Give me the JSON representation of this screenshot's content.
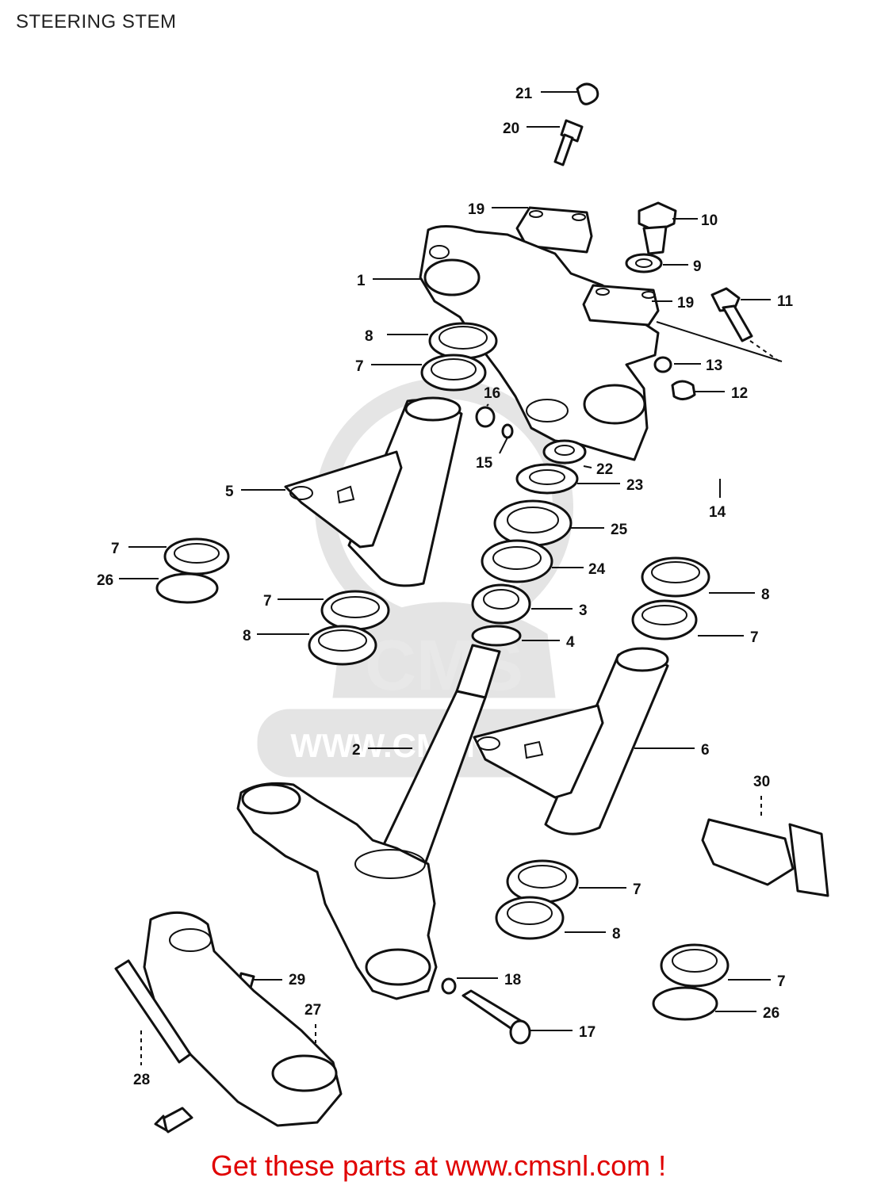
{
  "page": {
    "title": "STEERING STEM",
    "footer": "Get these parts at www.cmsnl.com !"
  },
  "watermark": {
    "logo_text": "CMS",
    "url_text": "WWW.CMSNL.COM"
  },
  "colors": {
    "footer": "#e00000",
    "line": "#111111",
    "watermark": "#e2e2e2"
  },
  "callouts": [
    {
      "id": "c21",
      "label": "21"
    },
    {
      "id": "c20",
      "label": "20"
    },
    {
      "id": "c19a",
      "label": "19"
    },
    {
      "id": "c10",
      "label": "10"
    },
    {
      "id": "c9",
      "label": "9"
    },
    {
      "id": "c1",
      "label": "1"
    },
    {
      "id": "c19b",
      "label": "19"
    },
    {
      "id": "c11",
      "label": "11"
    },
    {
      "id": "c8a",
      "label": "8"
    },
    {
      "id": "c7a",
      "label": "7"
    },
    {
      "id": "c13",
      "label": "13"
    },
    {
      "id": "c16",
      "label": "16"
    },
    {
      "id": "c12",
      "label": "12"
    },
    {
      "id": "c15",
      "label": "15"
    },
    {
      "id": "c22",
      "label": "22"
    },
    {
      "id": "c23",
      "label": "23"
    },
    {
      "id": "c14",
      "label": "14"
    },
    {
      "id": "c5",
      "label": "5"
    },
    {
      "id": "c25",
      "label": "25"
    },
    {
      "id": "c7b",
      "label": "7"
    },
    {
      "id": "c26a",
      "label": "26"
    },
    {
      "id": "c24",
      "label": "24"
    },
    {
      "id": "c8b",
      "label": "8"
    },
    {
      "id": "c7c",
      "label": "7"
    },
    {
      "id": "c3",
      "label": "3"
    },
    {
      "id": "c7d",
      "label": "7"
    },
    {
      "id": "c8c",
      "label": "8"
    },
    {
      "id": "c4",
      "label": "4"
    },
    {
      "id": "c2",
      "label": "2"
    },
    {
      "id": "c6",
      "label": "6"
    },
    {
      "id": "c30",
      "label": "30"
    },
    {
      "id": "c7e",
      "label": "7"
    },
    {
      "id": "c8d",
      "label": "8"
    },
    {
      "id": "c18",
      "label": "18"
    },
    {
      "id": "c29",
      "label": "29"
    },
    {
      "id": "c7f",
      "label": "7"
    },
    {
      "id": "c27",
      "label": "27"
    },
    {
      "id": "c26b",
      "label": "26"
    },
    {
      "id": "c17",
      "label": "17"
    },
    {
      "id": "c28",
      "label": "28"
    }
  ]
}
